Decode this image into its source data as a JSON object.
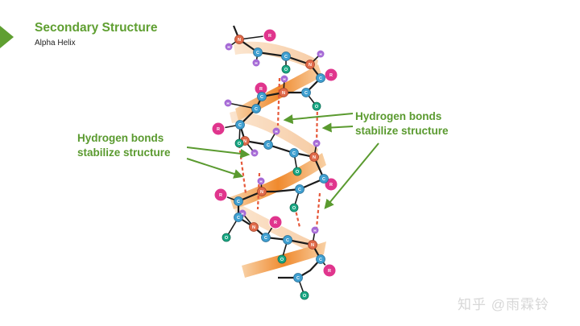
{
  "slide": {
    "title": "Secondary Structure",
    "subtitle": "Alpha Helix",
    "accent_color": "#5f9f31"
  },
  "callouts": {
    "left": [
      "Hydrogen bonds",
      "stabilize structure"
    ],
    "right": [
      "Hydrogen bonds",
      "stabilize structure"
    ]
  },
  "atom_labels": {
    "r_group": "R",
    "hydrogen": "H",
    "carbon": "C",
    "nitrogen": "N",
    "oxygen": "O"
  },
  "atom_colors": {
    "r_group": "#e0358d",
    "hydrogen": "#a66ad6",
    "carbon": "#3f9fd0",
    "nitrogen": "#e06a4a",
    "oxygen": "#1aa884",
    "ribbon": "#f3a35a"
  },
  "watermark": "知乎 @雨霖铃"
}
